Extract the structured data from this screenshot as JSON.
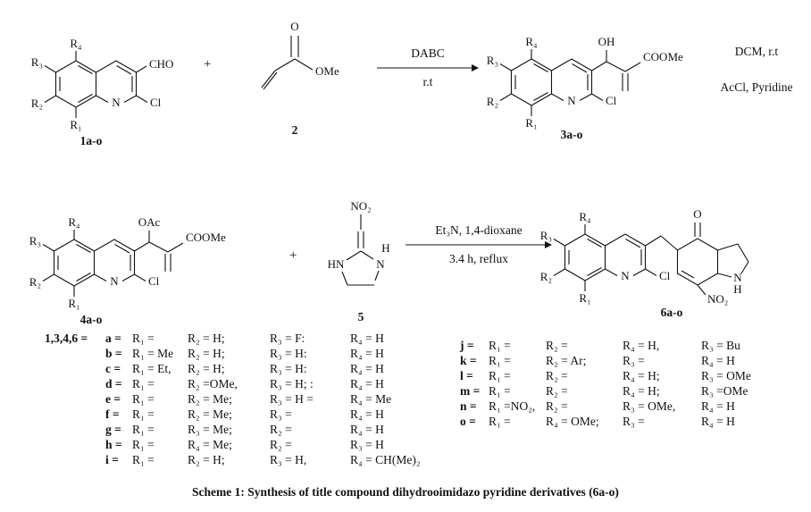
{
  "core_atoms": {
    "r4": "R₄",
    "r3": "R₃",
    "r2": "R₂",
    "r1": "R₁",
    "n": "N",
    "cl": "Cl"
  },
  "structures": {
    "s1": {
      "label": "1a-o",
      "cho": "CHO"
    },
    "s2": {
      "label": "2",
      "o": "O",
      "ome": "OMe"
    },
    "s3": {
      "label": "3a-o",
      "oh": "OH",
      "coome": "COOMe"
    },
    "s4": {
      "label": "4a-o",
      "oac": "OAc",
      "coome": "COOMe"
    },
    "s5": {
      "label": "5",
      "no2": "NO₂",
      "n": "N",
      "h": "H",
      "hn": "HN"
    },
    "s6": {
      "label": "6a-o",
      "o": "O",
      "n": "N",
      "h": "H",
      "no2": "NO₂"
    }
  },
  "operators": {
    "plus1": "+",
    "plus2": "+"
  },
  "step1": {
    "above": "DABC",
    "below": "r.t"
  },
  "step2": {
    "line1": "DCM, r.t",
    "line2": "AcCl, Pyridine"
  },
  "step3": {
    "above": "Et₃N, 1,4-dioxane",
    "below": "3.4 h, reflux"
  },
  "tables": {
    "left": {
      "prefix": "1,3,4,6 =",
      "rows": [
        [
          "a =",
          "R₁ =",
          "R₂ = H;",
          "R₃ = F:",
          "R₄ = H"
        ],
        [
          "b =",
          "R₁ = Me",
          "R₂ = H;",
          "R₃ = H:",
          "R₄ = H"
        ],
        [
          "c =",
          "R₁ = Et,",
          "R₂ = H;",
          "R₃ = H:",
          "R₄ = H"
        ],
        [
          "d =",
          "R₁ =",
          "R₂ =OMe,",
          "R₃ = H; :",
          "R₄ = H"
        ],
        [
          "e =",
          "R₁ =",
          "R₂ = Me;",
          "R₃ = H =",
          "R₄ = Me"
        ],
        [
          "f =",
          "R₁ =",
          "R₂ = Me;",
          "R₃ =",
          "R₄ = H"
        ],
        [
          "g =",
          "R₁ =",
          "R₃ = Me;",
          "R₂ =",
          "R₄ = H"
        ],
        [
          "h =",
          "R₁ =",
          "R₄ = Me;",
          "R₂ =",
          "R₃ = H"
        ],
        [
          "i =",
          "R₁ =",
          "R₂ = H;",
          "R₃ = H,",
          "R₄ = CH(Me)₂"
        ]
      ]
    },
    "right": {
      "rows": [
        [
          "j =",
          "R₁ =",
          "R₂ =",
          "R₄ = H,",
          "R₃ = Bu"
        ],
        [
          "k =",
          "R₁ =",
          "R₂ = Ar;",
          "R₃ =",
          "R₄ = H"
        ],
        [
          "l =",
          "R₁ =",
          "R₂ =",
          "R₄ = H;",
          "R₃ = OMe"
        ],
        [
          "m =",
          "R₁ =",
          "R₂ =",
          "R₄ = H;",
          "R₃ =OMe"
        ],
        [
          "n =",
          "R₁ =NO₂,",
          "R₂ =",
          "R₃ = OMe,",
          "R₄ = H"
        ],
        [
          "o =",
          "R₁ =",
          "R₄ = OMe;",
          "R₃ =",
          "R₄ = H"
        ]
      ]
    }
  },
  "caption": "Scheme 1: Synthesis of title compound dihydrooimidazo pyridine derivatives (6a-o)"
}
